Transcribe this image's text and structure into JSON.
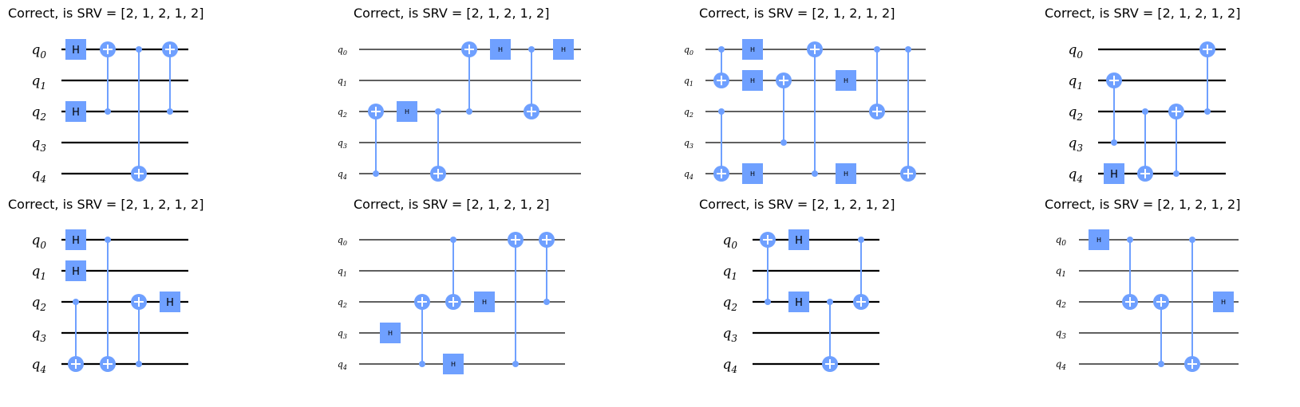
{
  "figure": {
    "panels": [
      {
        "title": "Correct, is SRV = [2, 1, 2, 1, 2]",
        "qubits": [
          "q0",
          "q1",
          "q2",
          "q3",
          "q4"
        ],
        "ops": [
          {
            "kind": "h",
            "q": 0,
            "col": 1
          },
          {
            "kind": "h",
            "q": 2,
            "col": 1
          },
          {
            "kind": "cx",
            "c": 2,
            "t": 0,
            "col": 2
          },
          {
            "kind": "cx",
            "c": 0,
            "t": 4,
            "col": 3
          },
          {
            "kind": "cx",
            "c": 2,
            "t": 0,
            "col": 4
          }
        ]
      },
      {
        "title": "Correct, is SRV = [2, 1, 2, 1, 2]",
        "qubits": [
          "q0",
          "q1",
          "q2",
          "q3",
          "q4"
        ],
        "ops": [
          {
            "kind": "cx",
            "c": 4,
            "t": 2,
            "col": 1
          },
          {
            "kind": "h",
            "q": 2,
            "col": 2
          },
          {
            "kind": "cx",
            "c": 2,
            "t": 4,
            "col": 3
          },
          {
            "kind": "cx",
            "c": 2,
            "t": 0,
            "col": 4
          },
          {
            "kind": "h",
            "q": 0,
            "col": 5
          },
          {
            "kind": "cx",
            "c": 0,
            "t": 2,
            "col": 6
          },
          {
            "kind": "h",
            "q": 0,
            "col": 7
          }
        ]
      },
      {
        "title": "Correct, is SRV = [2, 1, 2, 1, 2]",
        "qubits": [
          "q0",
          "q1",
          "q2",
          "q3",
          "q4"
        ],
        "ops": [
          {
            "kind": "cx",
            "c": 0,
            "t": 1,
            "col": 1
          },
          {
            "kind": "cx",
            "c": 2,
            "t": 4,
            "col": 1
          },
          {
            "kind": "h",
            "q": 0,
            "col": 2
          },
          {
            "kind": "h",
            "q": 1,
            "col": 2
          },
          {
            "kind": "h",
            "q": 4,
            "col": 2
          },
          {
            "kind": "cx",
            "c": 3,
            "t": 1,
            "col": 3
          },
          {
            "kind": "cx",
            "c": 4,
            "t": 0,
            "col": 4
          },
          {
            "kind": "h",
            "q": 1,
            "col": 5
          },
          {
            "kind": "h",
            "q": 4,
            "col": 5
          },
          {
            "kind": "cx",
            "c": 0,
            "t": 2,
            "col": 6
          },
          {
            "kind": "cx",
            "c": 0,
            "t": 4,
            "col": 7
          }
        ]
      },
      {
        "title": "Correct, is SRV = [2, 1, 2, 1, 2]",
        "qubits": [
          "q0",
          "q1",
          "q2",
          "q3",
          "q4"
        ],
        "ops": [
          {
            "kind": "h",
            "q": 4,
            "col": 1
          },
          {
            "kind": "cx",
            "c": 3,
            "t": 1,
            "col": 1
          },
          {
            "kind": "cx",
            "c": 2,
            "t": 4,
            "col": 2
          },
          {
            "kind": "cx",
            "c": 4,
            "t": 2,
            "col": 3
          },
          {
            "kind": "cx",
            "c": 2,
            "t": 0,
            "col": 4
          }
        ]
      },
      {
        "title": "Correct, is SRV = [2, 1, 2, 1, 2]",
        "qubits": [
          "q0",
          "q1",
          "q2",
          "q3",
          "q4"
        ],
        "ops": [
          {
            "kind": "h",
            "q": 0,
            "col": 1
          },
          {
            "kind": "h",
            "q": 1,
            "col": 1
          },
          {
            "kind": "cx",
            "c": 2,
            "t": 4,
            "col": 1
          },
          {
            "kind": "cx",
            "c": 0,
            "t": 4,
            "col": 2
          },
          {
            "kind": "cx",
            "c": 4,
            "t": 2,
            "col": 3
          },
          {
            "kind": "h",
            "q": 2,
            "col": 4
          }
        ]
      },
      {
        "title": "Correct, is SRV = [2, 1, 2, 1, 2]",
        "qubits": [
          "q0",
          "q1",
          "q2",
          "q3",
          "q4"
        ],
        "ops": [
          {
            "kind": "h",
            "q": 3,
            "col": 1
          },
          {
            "kind": "cx",
            "c": 4,
            "t": 2,
            "col": 2
          },
          {
            "kind": "cx",
            "c": 0,
            "t": 2,
            "col": 3
          },
          {
            "kind": "h",
            "q": 4,
            "col": 3
          },
          {
            "kind": "h",
            "q": 2,
            "col": 4
          },
          {
            "kind": "cx",
            "c": 4,
            "t": 0,
            "col": 5
          },
          {
            "kind": "cx",
            "c": 2,
            "t": 0,
            "col": 6
          }
        ]
      },
      {
        "title": "Correct, is SRV = [2, 1, 2, 1, 2]",
        "qubits": [
          "q0",
          "q1",
          "q2",
          "q3",
          "q4"
        ],
        "ops": [
          {
            "kind": "cx",
            "c": 2,
            "t": 0,
            "col": 1
          },
          {
            "kind": "h",
            "q": 0,
            "col": 2
          },
          {
            "kind": "h",
            "q": 2,
            "col": 2
          },
          {
            "kind": "cx",
            "c": 2,
            "t": 4,
            "col": 3
          },
          {
            "kind": "cx",
            "c": 0,
            "t": 2,
            "col": 4
          }
        ]
      },
      {
        "title": "Correct, is SRV = [2, 1, 2, 1, 2]",
        "qubits": [
          "q0",
          "q1",
          "q2",
          "q3",
          "q4"
        ],
        "ops": [
          {
            "kind": "h",
            "q": 0,
            "col": 1
          },
          {
            "kind": "cx",
            "c": 0,
            "t": 2,
            "col": 2
          },
          {
            "kind": "cx",
            "c": 4,
            "t": 2,
            "col": 3
          },
          {
            "kind": "cx",
            "c": 0,
            "t": 4,
            "col": 4
          },
          {
            "kind": "h",
            "q": 2,
            "col": 5
          }
        ]
      }
    ],
    "gate_label": "H",
    "colors": {
      "gate": "#6fa0ff",
      "wire": "#000000",
      "target_plus": "#ffffff"
    }
  }
}
